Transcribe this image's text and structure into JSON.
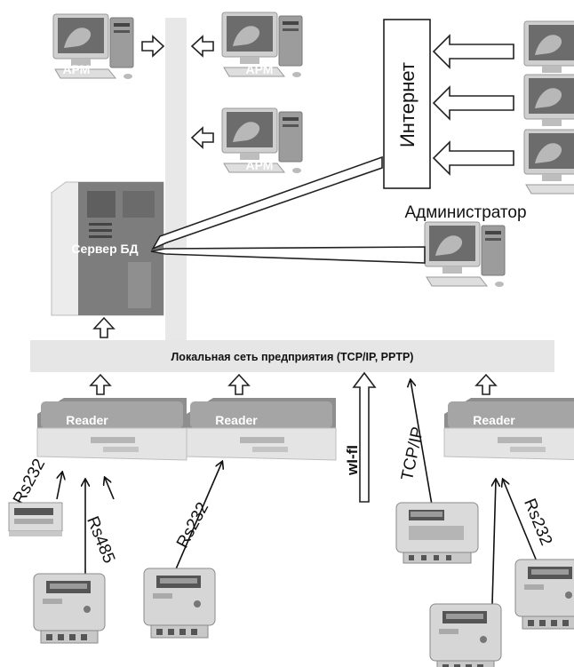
{
  "workstations": {
    "label": "АРМ"
  },
  "internet": {
    "label": "Интернет"
  },
  "admin": {
    "label": "Администратор"
  },
  "server": {
    "label": "Сервер БД"
  },
  "lan": {
    "label": "Локальная сеть предприятия (TCP/IP, PPTP)"
  },
  "readers": {
    "label": "Reader"
  },
  "links": {
    "rs232": "Rs232",
    "rs485": "Rs485",
    "wifi": "wI-fI",
    "tcpip": "TCP/IP"
  },
  "colors": {
    "lan_bar": "#e6e6e6",
    "vertical_bus": "#e8e8e8",
    "monitor_body": "#d0d0d0",
    "screen": "#6f6f6f",
    "server_body": "#7a7a7a",
    "reader_top": "#a8a8a8",
    "meter_body": "#d9d9d9"
  }
}
